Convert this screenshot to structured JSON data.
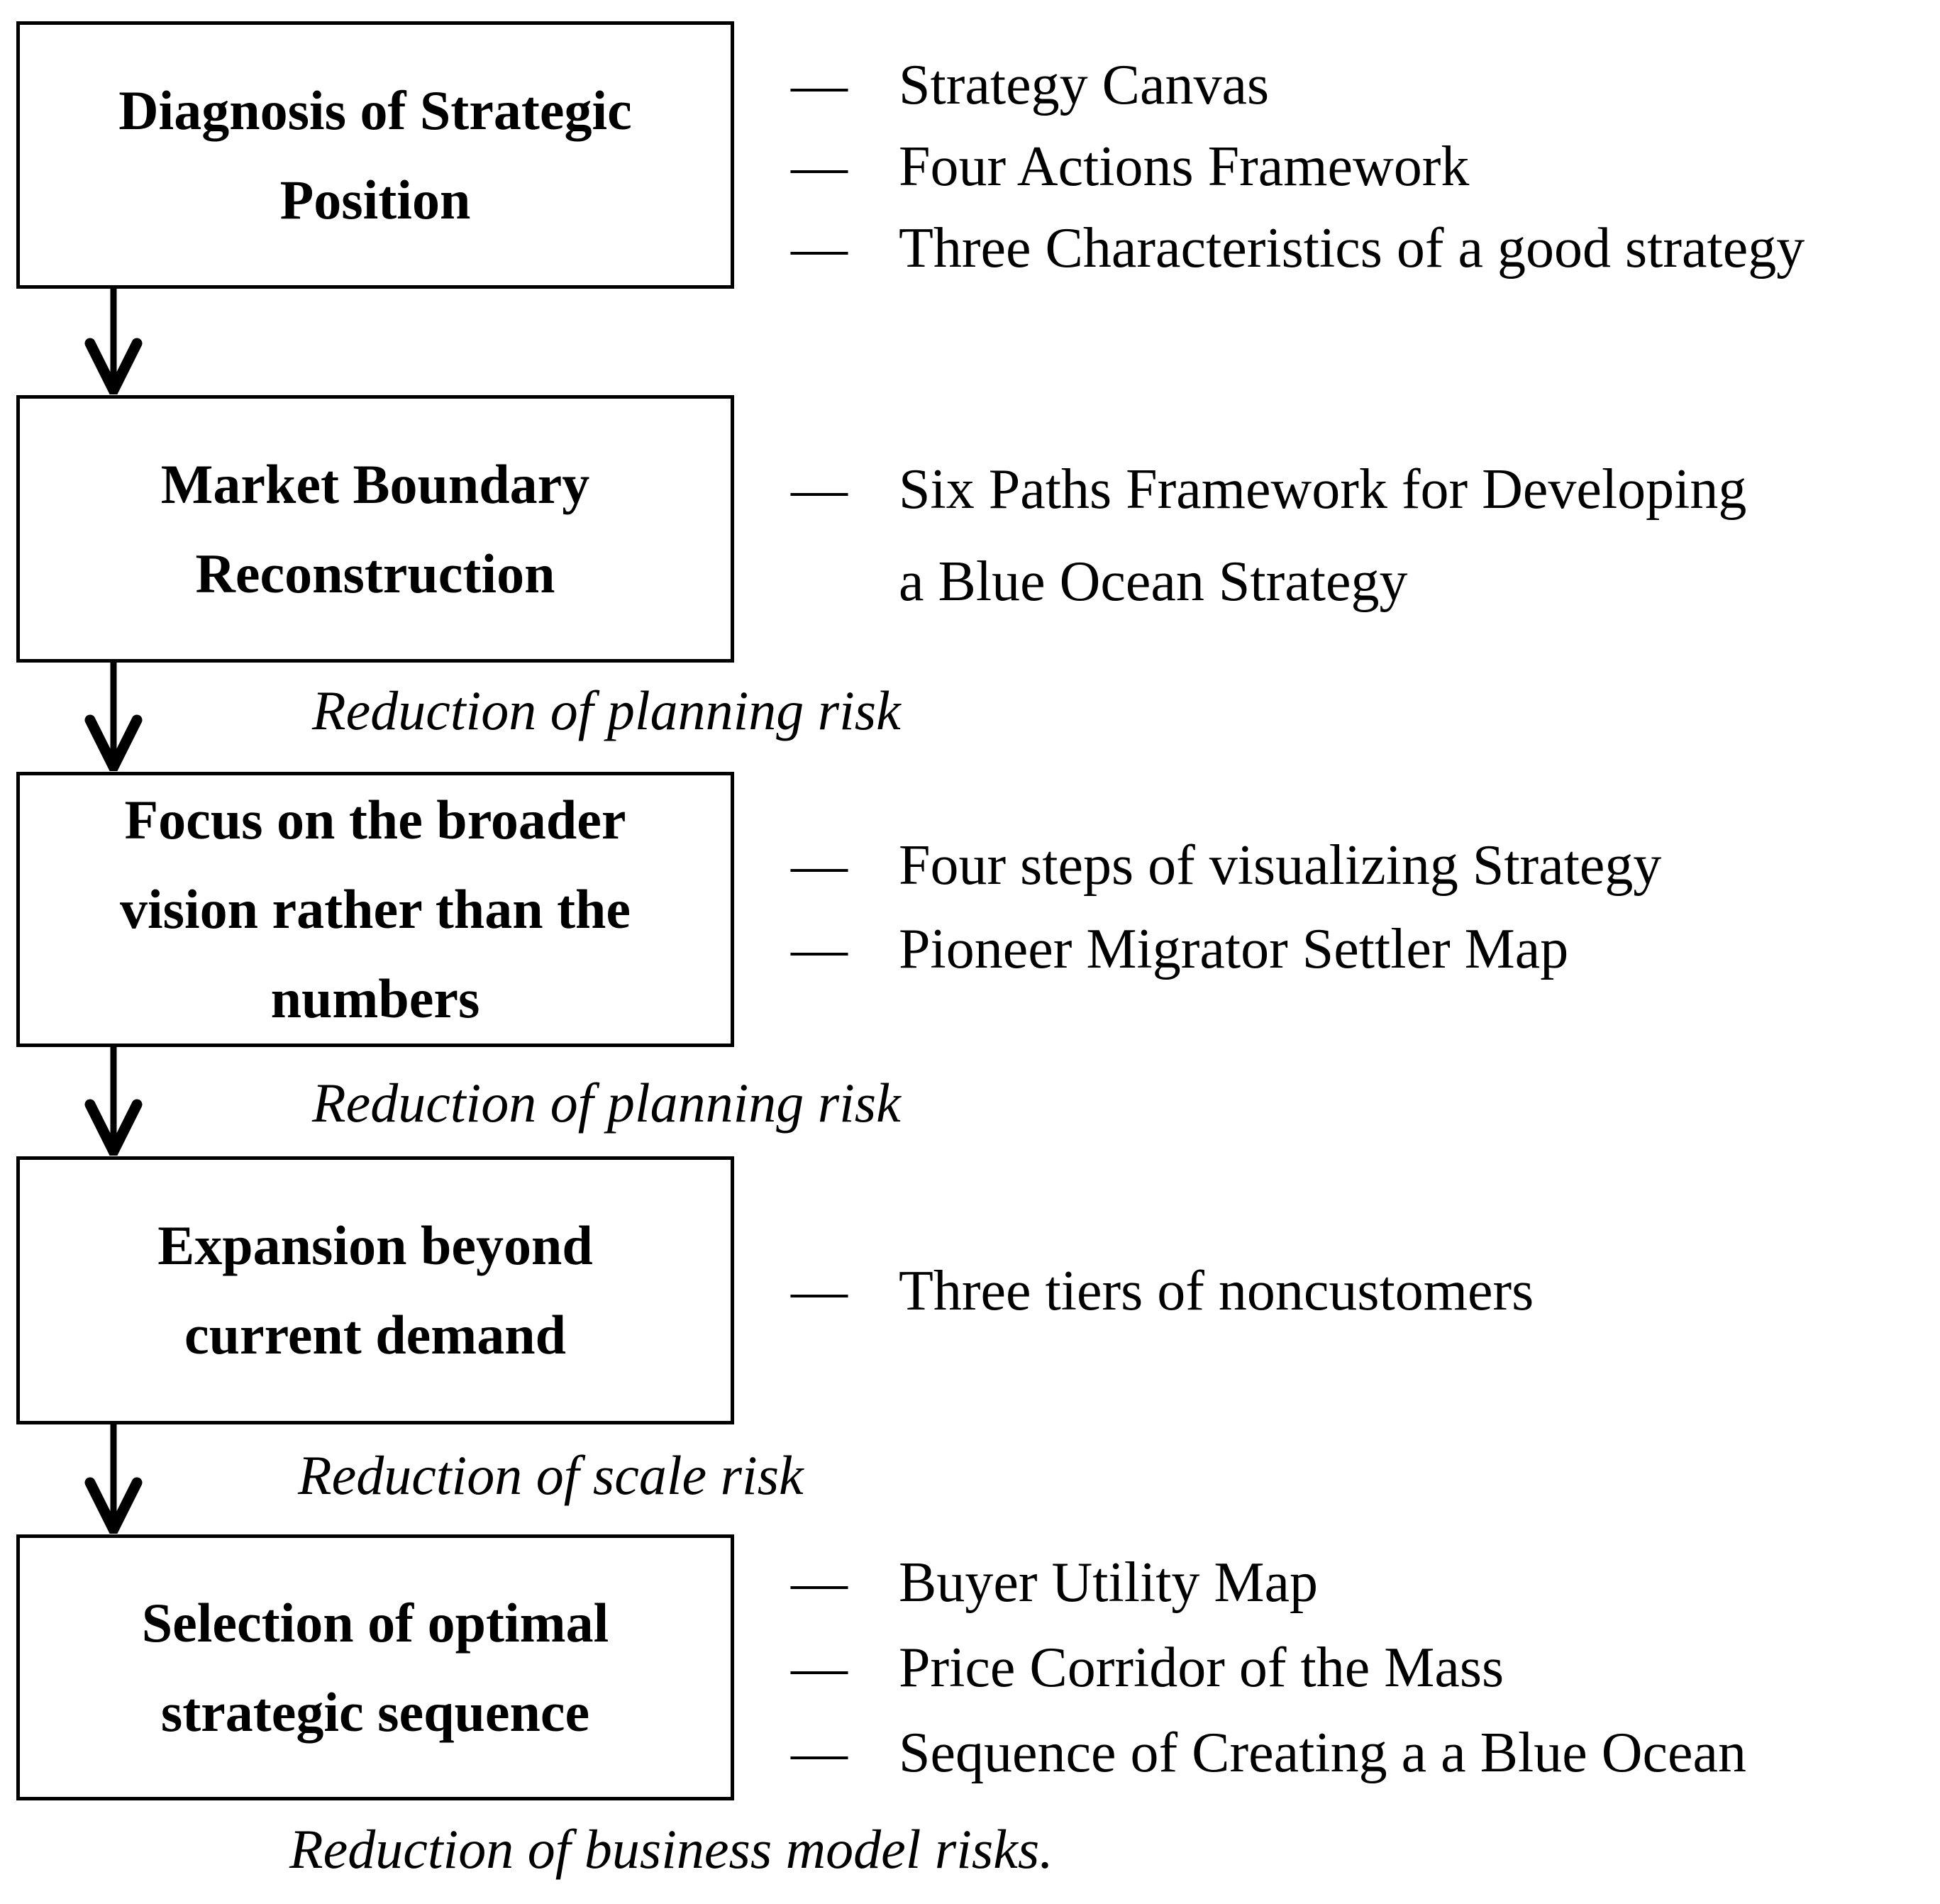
{
  "diagram": {
    "background": "#ffffff",
    "text_color": "#000000",
    "border_color": "#000000",
    "dash": "—",
    "steps": [
      {
        "box_label": "Diagnosis of Strategic\nPosition",
        "items": [
          "Strategy Canvas",
          "Four Actions Framework",
          "Three Characteristics of a good strategy"
        ],
        "risk_label_after": ""
      },
      {
        "box_label": "Market Boundary\nReconstruction",
        "items": [
          "Six Paths Framework for Developing\na Blue Ocean Strategy"
        ],
        "risk_label_after": "Reduction of planning risk"
      },
      {
        "box_label": "Focus on the broader\nvision rather than the\nnumbers",
        "items": [
          "Four steps of visualizing Strategy",
          "Pioneer Migrator Settler Map"
        ],
        "risk_label_after": "Reduction of planning risk"
      },
      {
        "box_label": "Expansion beyond\ncurrent demand",
        "items": [
          "Three tiers of noncustomers"
        ],
        "risk_label_after": "Reduction of scale risk"
      },
      {
        "box_label": "Selection of optimal\nstrategic sequence",
        "items": [
          "Buyer Utility Map",
          "Price Corridor of the Mass",
          "Sequence of Creating a a Blue Ocean"
        ],
        "risk_label_after": ""
      }
    ],
    "footer": "Reduction of business model risks."
  }
}
